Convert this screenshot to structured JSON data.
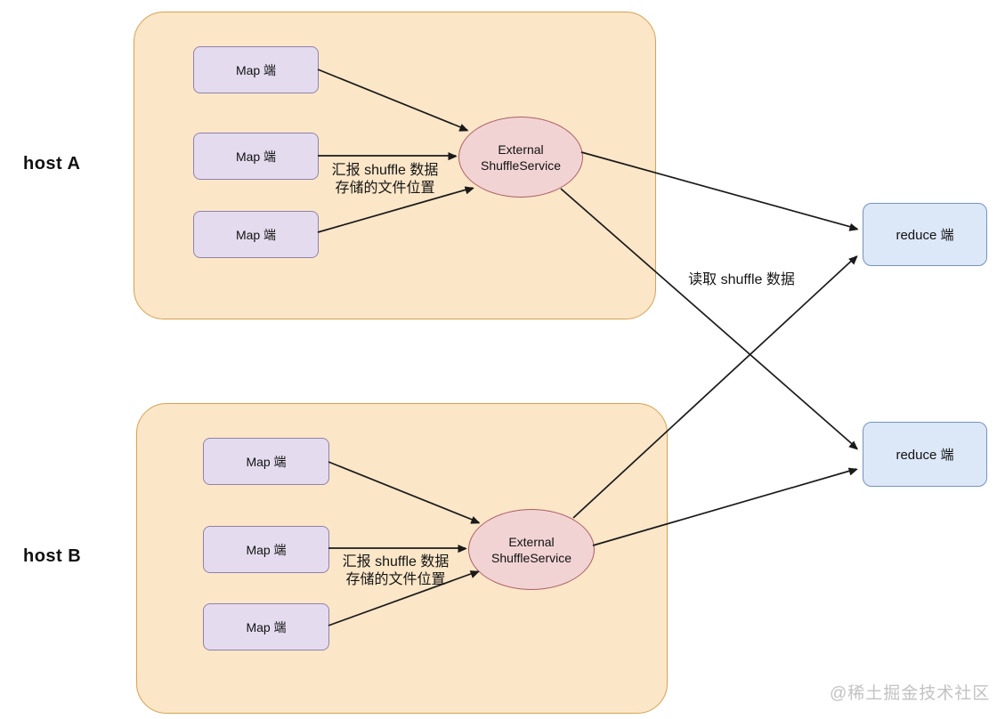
{
  "diagram": {
    "hosts": [
      {
        "label": "host A",
        "map_nodes": [
          "Map 端",
          "Map 端",
          "Map 端"
        ],
        "service": {
          "line1": "External",
          "line2": "ShuffleService"
        },
        "report_label": {
          "line1": "汇报 shuffle 数据",
          "line2": "存储的文件位置"
        }
      },
      {
        "label": "host B",
        "map_nodes": [
          "Map 端",
          "Map 端",
          "Map 端"
        ],
        "service": {
          "line1": "External",
          "line2": "ShuffleService"
        },
        "report_label": {
          "line1": "汇报 shuffle 数据",
          "line2": "存储的文件位置"
        }
      }
    ],
    "reducers": [
      "reduce 端",
      "reduce 端"
    ],
    "read_label": "读取 shuffle 数据",
    "watermark": "@稀土掘金技术社区",
    "colors": {
      "host_fill": "#fbe6c8",
      "host_border": "#d8a14f",
      "map_fill": "#e4dcee",
      "map_border": "#9081ad",
      "service_fill": "#f2d3d4",
      "service_border": "#ab5f62",
      "reduce_fill": "#dce7f7",
      "reduce_border": "#7393c4",
      "arrow": "#1a1a1a",
      "watermark_text": "#c2c2c2"
    }
  }
}
